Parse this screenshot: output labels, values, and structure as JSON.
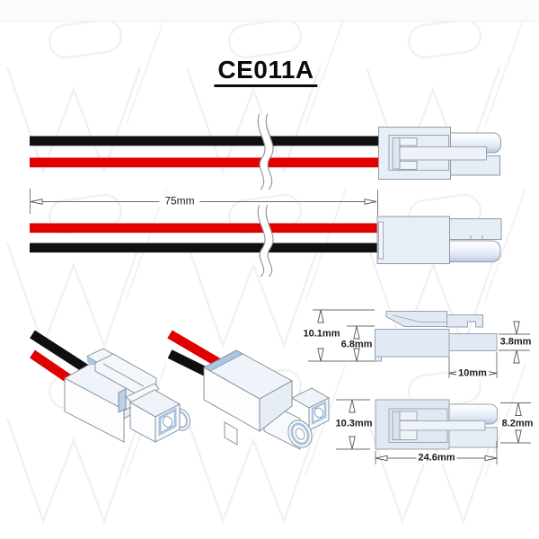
{
  "title": "CE011A",
  "cable": {
    "length_label": "75mm",
    "top_assembly_wires": [
      "black",
      "red"
    ],
    "bottom_assembly_wires": [
      "red",
      "black"
    ]
  },
  "connector_dimensions": {
    "side_view": {
      "overall_height": "10.1mm",
      "housing_height": "6.8mm",
      "terminal_height": "3.8mm",
      "terminal_length": "10mm"
    },
    "top_view": {
      "overall_height": "10.3mm",
      "terminal_height": "8.2mm",
      "overall_length": "24.6mm"
    }
  },
  "colors": {
    "wire_red": "#E00000",
    "wire_black": "#101010",
    "housing_fill": "#E7EEF6",
    "housing_outline": "#8F9AA8",
    "accent_blue": "#AAC6E2",
    "dimension_lines": "#666666",
    "text": "#1C1C1C",
    "watermark": "#F1F1F1"
  }
}
